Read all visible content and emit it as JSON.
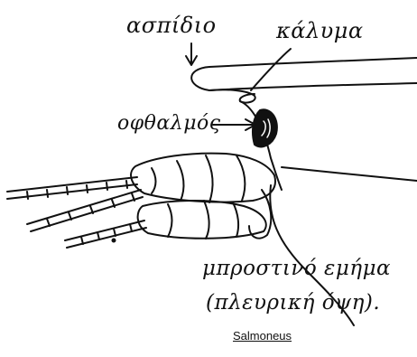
{
  "labels": {
    "aspidio": "ασπίδιο",
    "kalymma": "κάλυμα",
    "ofthalmos": "οφθαλμός",
    "front_line1": "μπροστινό εμήμα",
    "front_line2": "(πλευρική όψη)."
  },
  "caption": "Salmoneus",
  "colors": {
    "ink": "#111111",
    "background": "#ffffff"
  }
}
